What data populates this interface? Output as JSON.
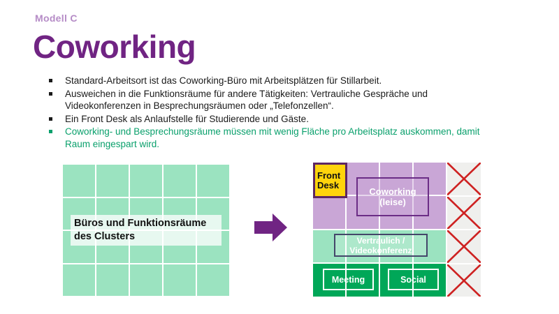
{
  "slide": {
    "eyebrow": "Modell C",
    "title": "Coworking"
  },
  "bullets": {
    "items": [
      {
        "text": "Standard-Arbeitsort ist das Coworking-Büro mit Arbeitsplätzen für Stillarbeit."
      },
      {
        "text": "Ausweichen in die Funktionsräume für andere Tätigkeiten: Vertrauliche Gespräche und Videokonferenzen in Besprechungsräumen oder „Telefonzellen“."
      },
      {
        "text": "Ein Front Desk als Anlaufstelle für Studierende und Gäste."
      },
      {
        "text": "Coworking- und Besprechungsräume müssen mit wenig Fläche pro Arbeitsplatz auskommen, damit Raum eingespart wird.",
        "highlight": true
      }
    ]
  },
  "diagram_left": {
    "label": "Büros und Funktionsräume des Clusters",
    "grid": {
      "cols": 5,
      "rows": 4
    }
  },
  "diagram_right": {
    "front_desk_label": "Front Desk",
    "coworking_label": "Coworking (leise)",
    "vertraulich_label": "Vertraulich / Videokonferenz",
    "meeting_label": "Meeting",
    "social_label": "Social",
    "crossed_cells": 4
  },
  "colors": {
    "title_purple": "#702483",
    "eyebrow_purple": "#b58bc6",
    "highlight_green": "#0aa06c",
    "mint": "#9be3c0",
    "lavender": "#c9a6d6",
    "emerald": "#00a758",
    "yellow": "#ffd40c",
    "cross_red": "#ce2121",
    "arrow_purple": "#702483"
  }
}
